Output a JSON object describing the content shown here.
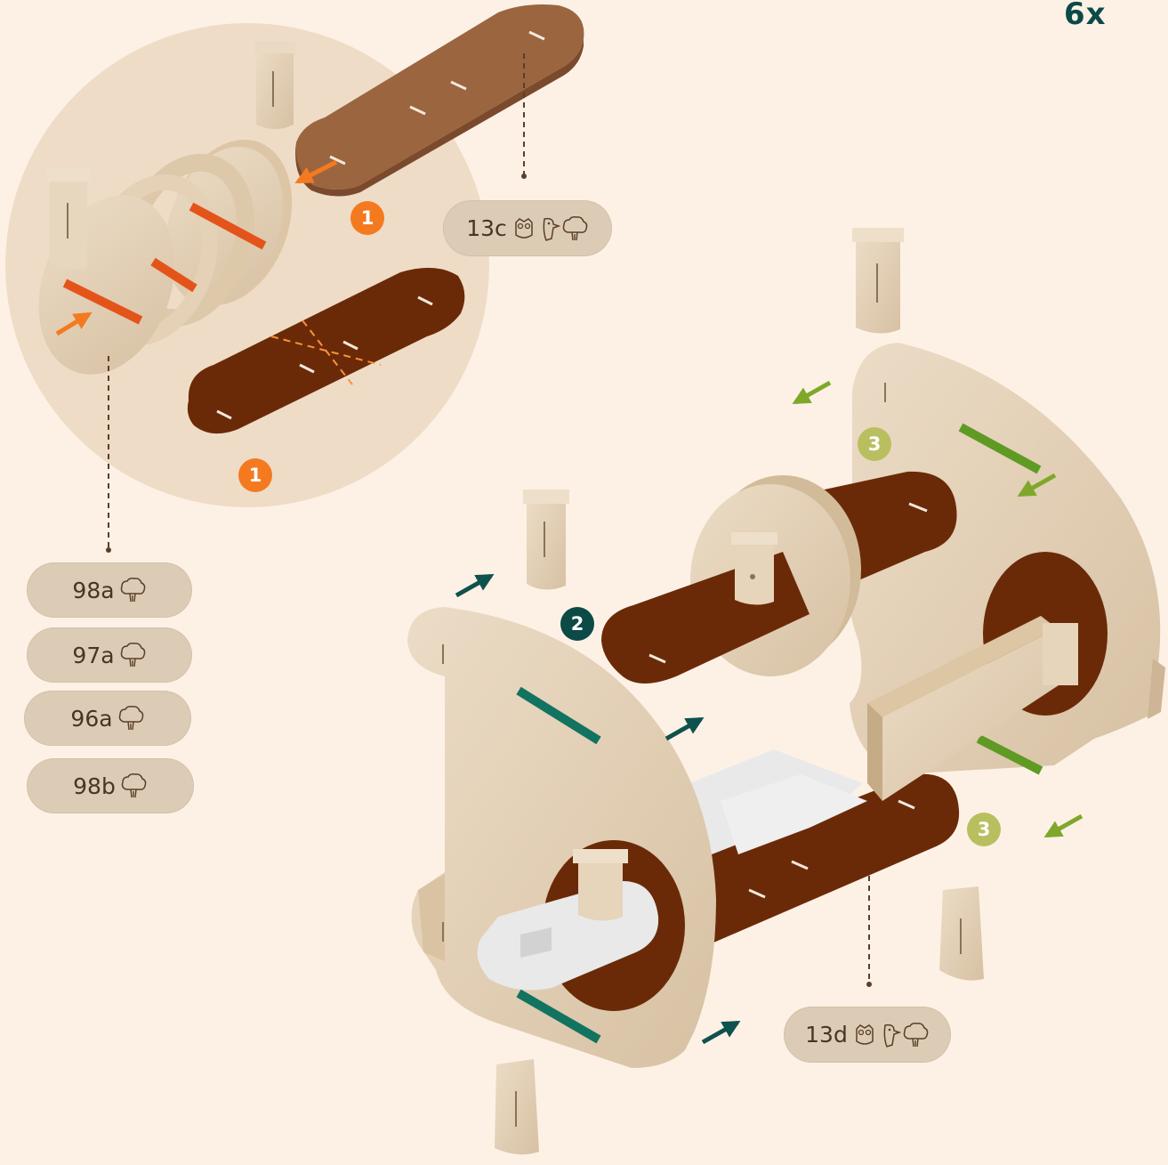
{
  "quantity": "6x",
  "colors": {
    "background": "#fdf1e6",
    "wood": "#e6d4bc",
    "dark_board": "#6b2a07",
    "medium_board": "#9b6540",
    "white_board": "#e9e9ea",
    "step1": "#f47a1f",
    "step2": "#0b4a47",
    "step3": "#b9bf5f",
    "stripe_orange": "#e4541a",
    "stripe_teal": "#127360",
    "stripe_green": "#5f9a24",
    "arrow_teal": "#0f514d",
    "arrow_green": "#7fa82b"
  },
  "parts": [
    {
      "code": "13c",
      "icons": [
        "owl-icon",
        "woodpecker-icon",
        "tree-icon"
      ]
    },
    {
      "code": "98a",
      "icons": [
        "tree-icon"
      ]
    },
    {
      "code": "97a",
      "icons": [
        "tree-icon"
      ]
    },
    {
      "code": "96a",
      "icons": [
        "tree-icon"
      ]
    },
    {
      "code": "98b",
      "icons": [
        "tree-icon"
      ]
    },
    {
      "code": "13d",
      "icons": [
        "owl-icon",
        "woodpecker-icon",
        "tree-icon"
      ]
    }
  ],
  "steps": [
    {
      "label": "1"
    },
    {
      "label": "1"
    },
    {
      "label": "2"
    },
    {
      "label": "3"
    },
    {
      "label": "3"
    }
  ]
}
